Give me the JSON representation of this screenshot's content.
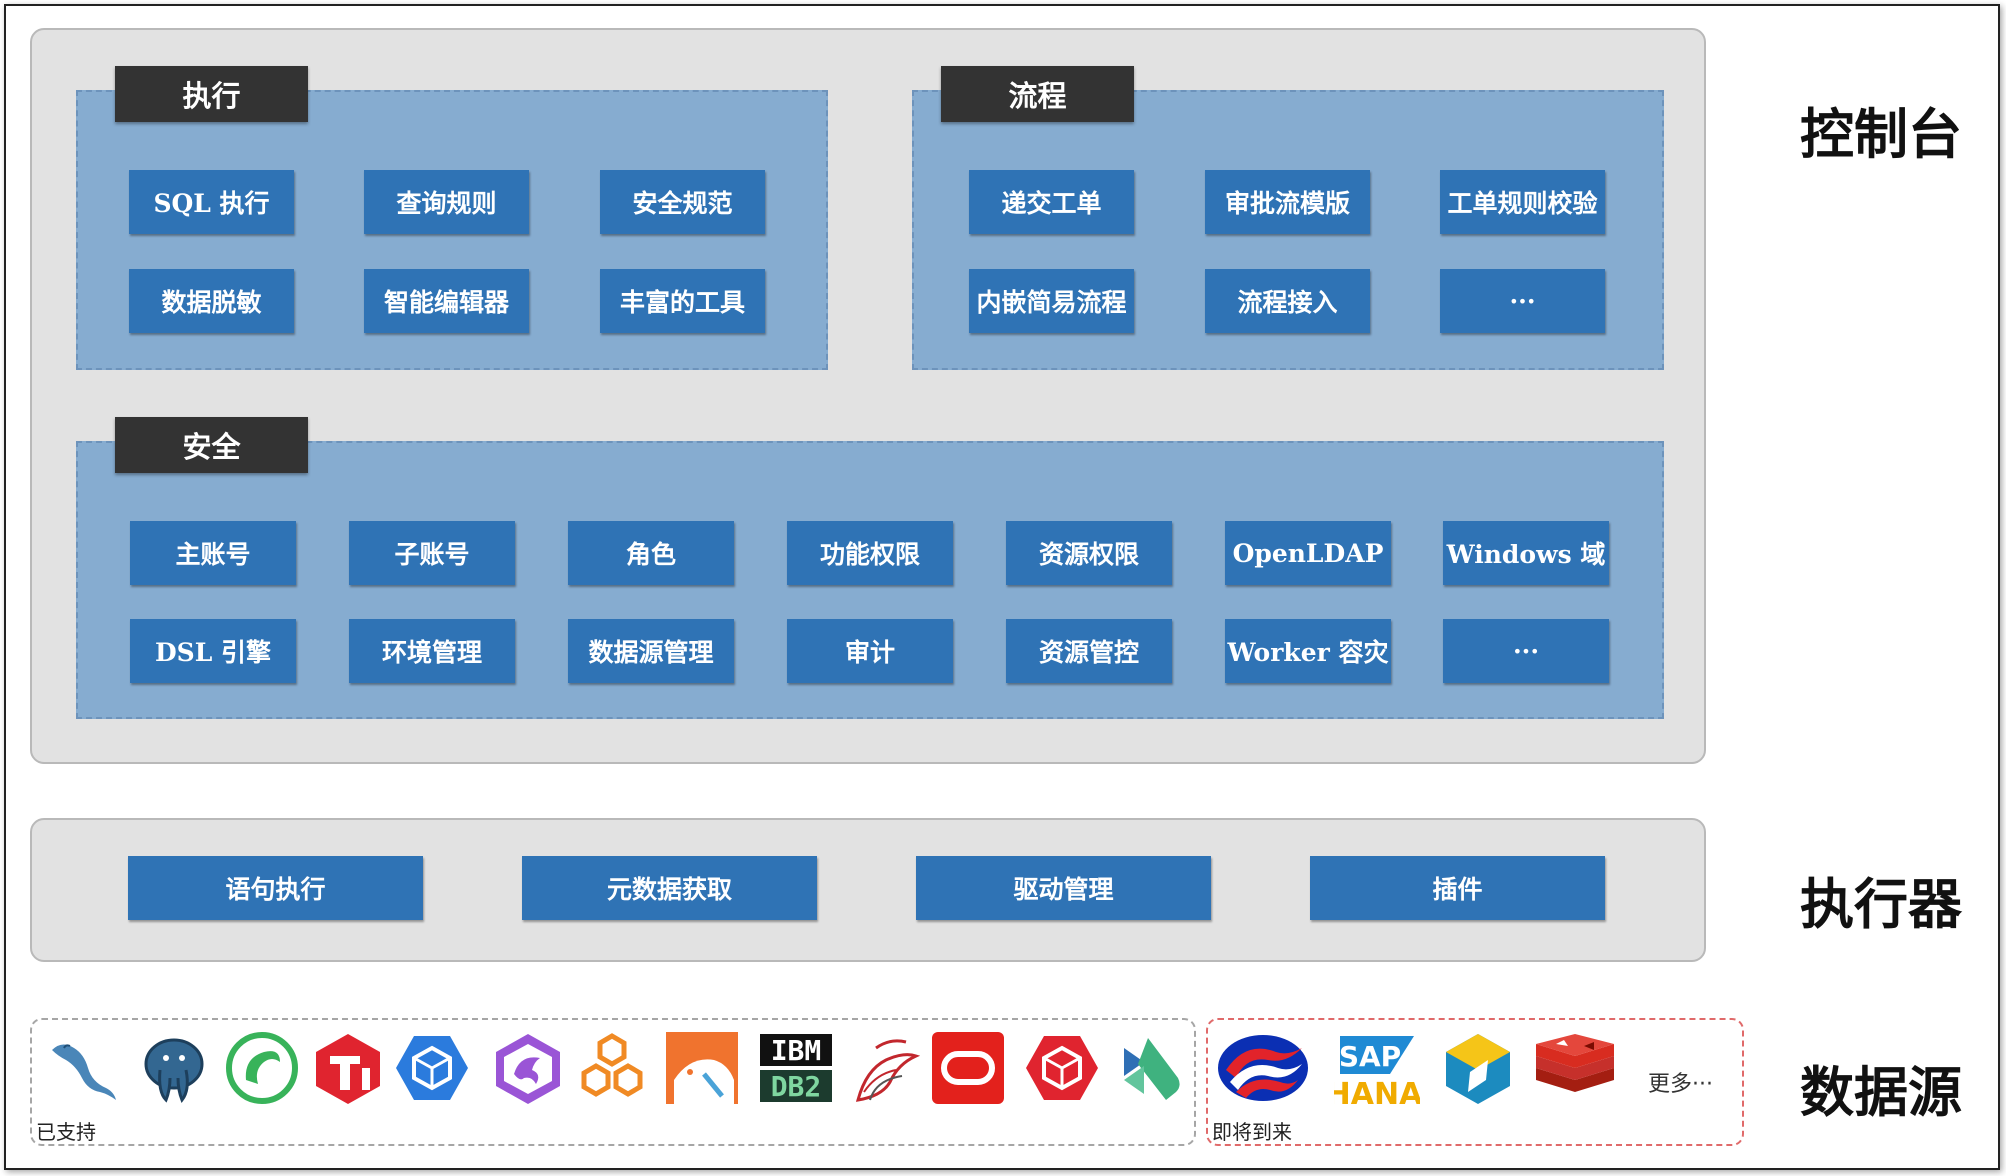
{
  "console": {
    "label": "控制台",
    "execute": {
      "title": "执行",
      "items": [
        "SQL 执行",
        "查询规则",
        "安全规范",
        "数据脱敏",
        "智能编辑器",
        "丰富的工具"
      ]
    },
    "flow": {
      "title": "流程",
      "items": [
        "递交工单",
        "审批流模版",
        "工单规则校验",
        "内嵌简易流程",
        "流程接入",
        "···"
      ]
    },
    "security": {
      "title": "安全",
      "items": [
        "主账号",
        "子账号",
        "角色",
        "功能权限",
        "资源权限",
        "OpenLDAP",
        "Windows 域",
        "DSL 引擎",
        "环境管理",
        "数据源管理",
        "审计",
        "资源管控",
        "Worker 容灾",
        "···"
      ]
    }
  },
  "executor": {
    "label": "执行器",
    "items": [
      "语句执行",
      "元数据获取",
      "驱动管理",
      "插件"
    ]
  },
  "datasource": {
    "label": "数据源",
    "supported": {
      "caption": "已支持",
      "logos": [
        "mysql-logo",
        "postgresql-logo",
        "oceanbase-logo",
        "tidb-logo",
        "polardb-logo",
        "dolphin-logo",
        "hologres-logo",
        "clickhouse-logo",
        "ibm-db2-logo",
        "sql-server-logo",
        "oracle-logo",
        "cube-db-logo",
        "analyticdb-logo"
      ],
      "db2_top": "IBM",
      "db2_bottom": "DB2"
    },
    "upcoming": {
      "caption": "即将到来",
      "logos": [
        "wave-db-logo",
        "sap-hana-logo",
        "cube-s-logo",
        "redis-logo"
      ],
      "sap_top": "SAP",
      "sap_bottom": "HANA",
      "more": "更多···"
    },
    "colors": {
      "supported_border": "#a6a6a6",
      "upcoming_border": "#e06a6a"
    }
  },
  "colors": {
    "panel": "#e2e2e2",
    "group": "#86acd0",
    "button": "#2f73b5",
    "tag": "#333333"
  }
}
